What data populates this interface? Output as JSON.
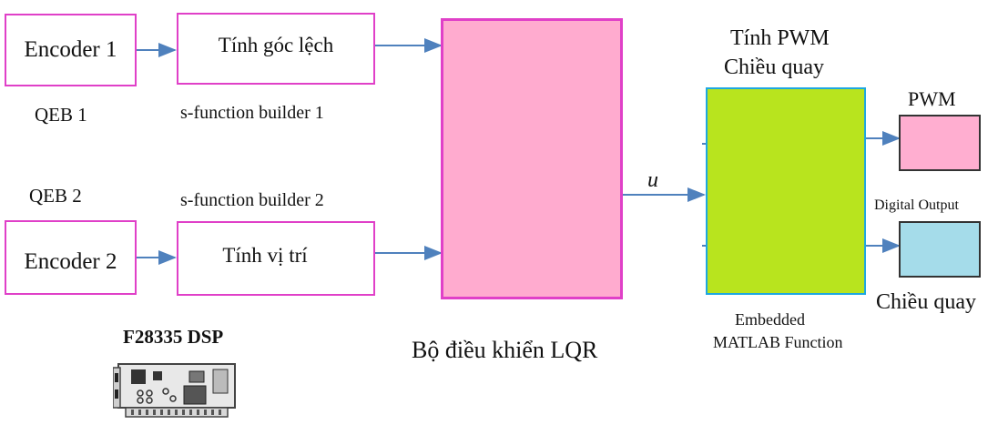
{
  "colors": {
    "block_outline": "#e040c8",
    "controller_fill": "#ffabcf",
    "controller_border": "#e040c8",
    "matlab_fill": "#b8e41e",
    "matlab_border": "#1ea7e0",
    "pwm_fill": "#ffaed0",
    "digital_fill": "#a5dcea",
    "wire": "#4f81bd"
  },
  "icons": [
    "dsp-board-icon"
  ],
  "encoder1": {
    "label": "Encoder 1",
    "sublabel": "QEB 1"
  },
  "encoder2": {
    "label": "Encoder 2",
    "sublabel": "QEB 2"
  },
  "sfunc1": {
    "label": "Tính góc lệch",
    "sublabel": "s-function builder 1"
  },
  "sfunc2": {
    "label": "Tính vị trí",
    "sublabel": "s-function builder 2"
  },
  "controller": {
    "label": "Bộ điều khiển LQR",
    "signal": "u"
  },
  "matlab_fn": {
    "title_line1": "Tính PWM",
    "title_line2": "Chiều quay",
    "caption_line1": "Embedded",
    "caption_line2": "MATLAB Function"
  },
  "pwm": {
    "label": "PWM"
  },
  "digital_out": {
    "label_top": "Digital Output",
    "label_bottom": "Chiều quay"
  },
  "dsp": {
    "label": "F28335 DSP"
  }
}
